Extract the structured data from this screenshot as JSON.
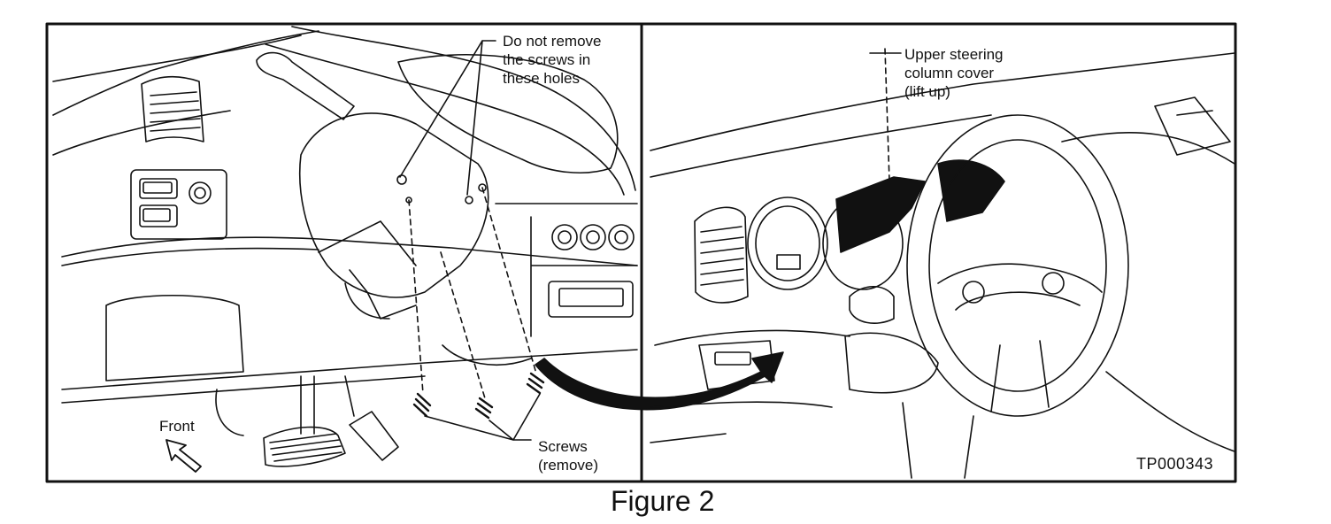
{
  "labels": {
    "no_remove_line1": "Do not remove",
    "no_remove_line2": "the screws in",
    "no_remove_line3": "these holes",
    "upper_cover_line1": "Upper steering",
    "upper_cover_line2": "column cover",
    "upper_cover_line3": "(lift up)",
    "front": "Front",
    "screws_line1": "Screws",
    "screws_line2": "(remove)",
    "reference_code": "TP000343"
  },
  "caption": "Figure 2",
  "colors": {
    "ink": "#111111",
    "paper": "#ffffff"
  }
}
